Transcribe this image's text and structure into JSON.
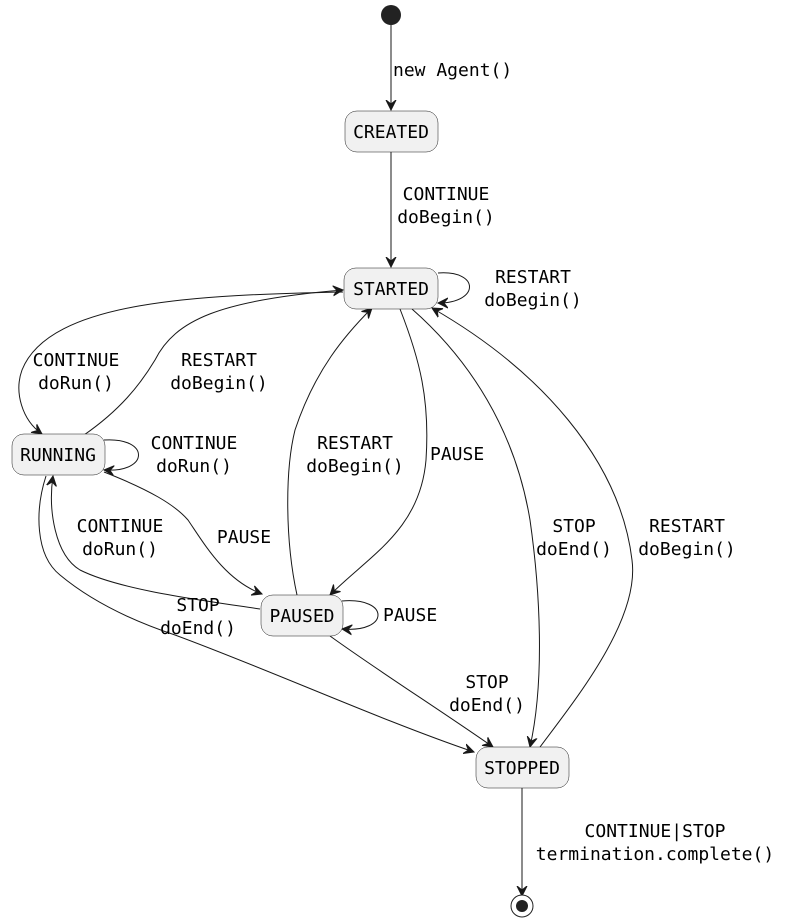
{
  "diagram": {
    "type": "state-machine",
    "states": [
      {
        "id": "CREATED",
        "label": "CREATED"
      },
      {
        "id": "STARTED",
        "label": "STARTED"
      },
      {
        "id": "RUNNING",
        "label": "RUNNING"
      },
      {
        "id": "PAUSED",
        "label": "PAUSED"
      },
      {
        "id": "STOPPED",
        "label": "STOPPED"
      }
    ],
    "pseudo_states": [
      {
        "id": "initial",
        "kind": "initial"
      },
      {
        "id": "final",
        "kind": "final"
      }
    ],
    "transitions": [
      {
        "id": "t-init-created",
        "from": "initial",
        "to": "CREATED",
        "label": [
          "new Agent()"
        ]
      },
      {
        "id": "t-created-started",
        "from": "CREATED",
        "to": "STARTED",
        "label": [
          "CONTINUE",
          "doBegin()"
        ]
      },
      {
        "id": "t-started-started",
        "from": "STARTED",
        "to": "STARTED",
        "label": [
          "RESTART",
          "doBegin()"
        ]
      },
      {
        "id": "t-started-running",
        "from": "STARTED",
        "to": "RUNNING",
        "label": [
          "CONTINUE",
          "doRun()"
        ]
      },
      {
        "id": "t-running-started",
        "from": "RUNNING",
        "to": "STARTED",
        "label": [
          "RESTART",
          "doBegin()"
        ]
      },
      {
        "id": "t-running-running",
        "from": "RUNNING",
        "to": "RUNNING",
        "label": [
          "CONTINUE",
          "doRun()"
        ]
      },
      {
        "id": "t-running-paused",
        "from": "RUNNING",
        "to": "PAUSED",
        "label": [
          "PAUSE"
        ]
      },
      {
        "id": "t-paused-running",
        "from": "PAUSED",
        "to": "RUNNING",
        "label": [
          "CONTINUE",
          "doRun()"
        ]
      },
      {
        "id": "t-running-stopped",
        "from": "RUNNING",
        "to": "STOPPED",
        "label": [
          "STOP",
          "doEnd()"
        ]
      },
      {
        "id": "t-paused-started",
        "from": "PAUSED",
        "to": "STARTED",
        "label": [
          "RESTART",
          "doBegin()"
        ]
      },
      {
        "id": "t-started-paused",
        "from": "STARTED",
        "to": "PAUSED",
        "label": [
          "PAUSE"
        ]
      },
      {
        "id": "t-paused-paused",
        "from": "PAUSED",
        "to": "PAUSED",
        "label": [
          "PAUSE"
        ]
      },
      {
        "id": "t-paused-stopped",
        "from": "PAUSED",
        "to": "STOPPED",
        "label": [
          "STOP",
          "doEnd()"
        ]
      },
      {
        "id": "t-started-stopped",
        "from": "STARTED",
        "to": "STOPPED",
        "label": [
          "STOP",
          "doEnd()"
        ]
      },
      {
        "id": "t-stopped-started",
        "from": "STOPPED",
        "to": "STARTED",
        "label": [
          "RESTART",
          "doBegin()"
        ]
      },
      {
        "id": "t-stopped-final",
        "from": "STOPPED",
        "to": "final",
        "label": [
          "CONTINUE|STOP",
          "termination.complete()"
        ]
      }
    ]
  }
}
